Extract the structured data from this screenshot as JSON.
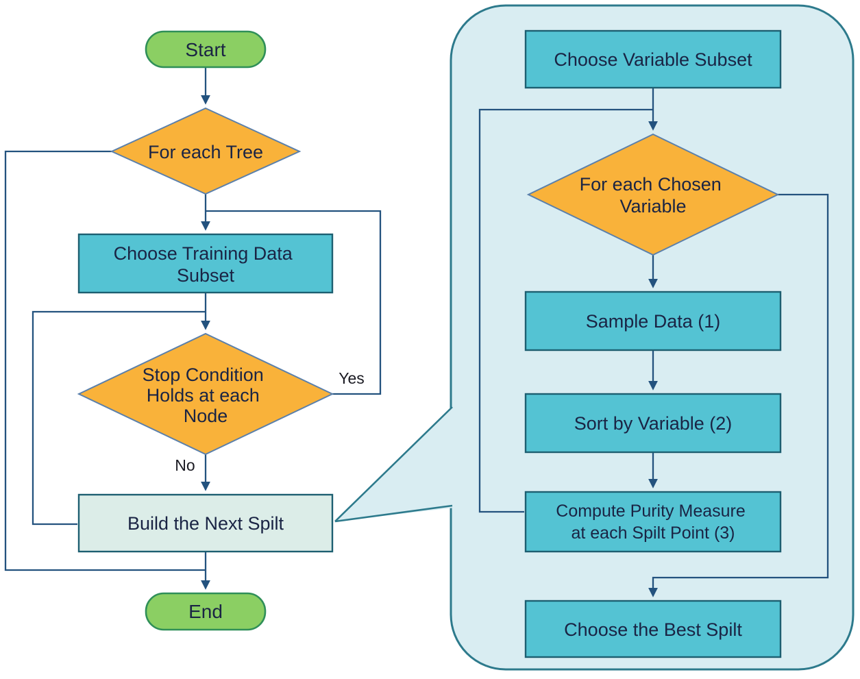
{
  "diagram": {
    "title": "random-forest-split-building-flowchart",
    "left_flow": {
      "start_label": "Start",
      "for_each_tree_label": "For each Tree",
      "choose_training_line1": "Choose Training Data",
      "choose_training_line2": "Subset",
      "stop_condition_line1": "Stop Condition",
      "stop_condition_line2": "Holds at each",
      "stop_condition_line3": "Node",
      "yes_label": "Yes",
      "no_label": "No",
      "build_next_split_label": "Build the Next Spilt",
      "end_label": "End"
    },
    "detail_panel": {
      "choose_variable_subset_label": "Choose Variable Subset",
      "for_each_chosen_line1": "For each Chosen",
      "for_each_chosen_line2": "Variable",
      "sample_data_label": "Sample Data (1)",
      "sort_by_variable_label": "Sort by Variable (2)",
      "compute_purity_line1": "Compute Purity Measure",
      "compute_purity_line2": "at each Spilt Point (3)",
      "choose_best_split_label": "Choose the Best Spilt"
    },
    "colors": {
      "terminator_fill": "#8bcf63",
      "terminator_stroke": "#2f8f58",
      "decision_fill": "#f9b23a",
      "decision_stroke": "#5b80ab",
      "process_fill": "#54c3d3",
      "process_stroke": "#1d5f71",
      "highlight_process_fill": "#dcede8",
      "panel_fill": "#d9edf2",
      "panel_stroke": "#2d7a8c",
      "connector_color": "#23527e",
      "text_color": "#1a2444"
    }
  }
}
